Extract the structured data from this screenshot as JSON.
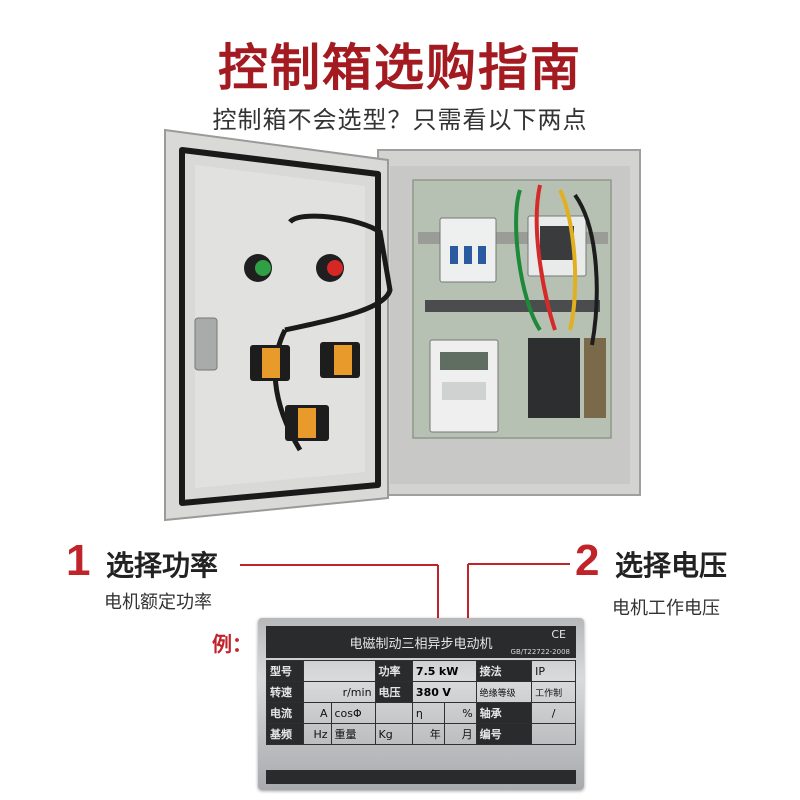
{
  "header": {
    "title": "控制箱选购指南",
    "subtitle": "控制箱不会选型？只需看以下两点"
  },
  "points": [
    {
      "number": "1",
      "title": "选择功率",
      "desc": "电机额定功率"
    },
    {
      "number": "2",
      "title": "选择电压",
      "desc": "电机工作电压"
    }
  ],
  "example_label": "例：",
  "nameplate": {
    "title": "电磁制动三相异步电动机",
    "cert": "CE",
    "standard": "GB/T22722-2008",
    "row1": {
      "model_label": "型号",
      "power_label": "功率",
      "power_value": "7.5",
      "power_unit": "kW",
      "conn_label": "接法",
      "conn_value": "IP"
    },
    "row2": {
      "speed_label": "转速",
      "speed_unit": "r/min",
      "voltage_label": "电压",
      "voltage_value": "380",
      "voltage_unit": "V",
      "insul_label": "绝缘等级",
      "duty_label": "工作制"
    },
    "row3": {
      "current_label": "电流",
      "current_unit": "A",
      "cos_label": "cosΦ",
      "eff_label": "η",
      "pct": "%",
      "bearing_label": "轴承",
      "slash": "/"
    },
    "row4": {
      "freq_label": "基频",
      "freq_unit": "Hz",
      "weight_label": "重量",
      "weight_unit": "Kg",
      "year": "年",
      "month": "月",
      "serial_label": "编号"
    }
  },
  "colors": {
    "accent": "#c0232a",
    "title": "#a31a20"
  }
}
